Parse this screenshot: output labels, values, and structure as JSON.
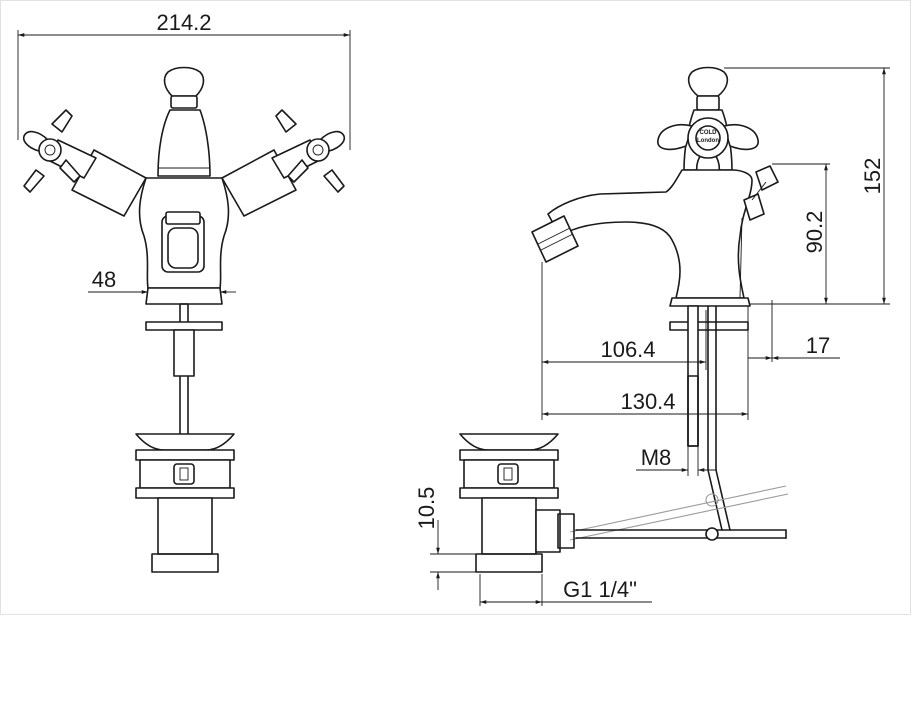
{
  "dimensions": {
    "overall_width": "214.2",
    "base_width": "48",
    "overall_height": "152",
    "spout_height": "90.2",
    "spout_reach": "106.4",
    "base_to_spout_tip": "130.4",
    "lift_rod_offset": "17",
    "rod_thread": "M8",
    "waste_thread_length": "10.5",
    "waste_thread": "G1 1/4\""
  },
  "handle_markings": {
    "cap_text": "COLD",
    "maker_text": "London"
  },
  "colors": {
    "line": "#1a1a1a",
    "ghost": "#9a9a9a",
    "background": "#ffffff"
  }
}
